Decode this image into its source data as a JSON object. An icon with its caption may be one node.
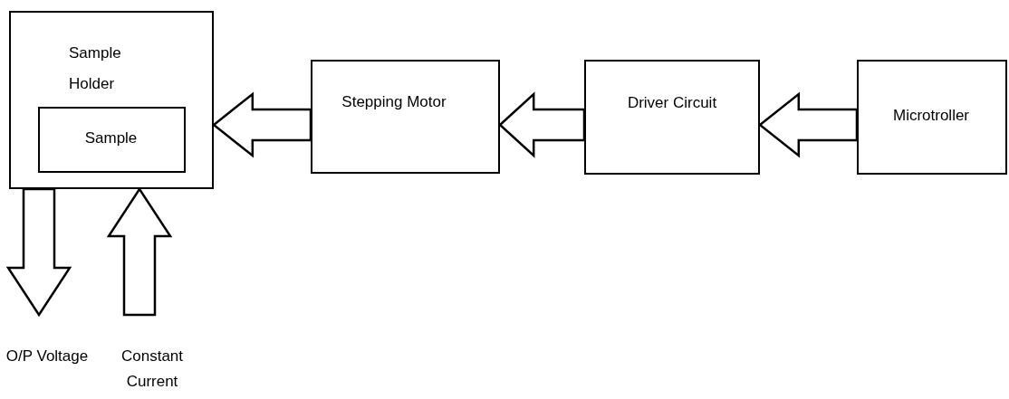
{
  "diagram": {
    "nodes": [
      {
        "text": [
          "Sample Holder"
        ]
      },
      {
        "text": [
          "Sample"
        ],
        "in": 0
      },
      {
        "text": [
          "Stepping Motor"
        ]
      },
      {
        "text": [
          "Driver Circuit"
        ]
      },
      {
        "text": [
          "Microtroller"
        ]
      },
      {
        "text": [
          "O/P Voltage"
        ]
      },
      {
        "text": [
          "Constant Current"
        ]
      }
    ],
    "edges": [
      {
        "from": 2,
        "to": 0,
        "arrow": "to"
      },
      {
        "from": 3,
        "to": 2,
        "arrow": "to"
      },
      {
        "from": 4,
        "to": 3,
        "arrow": "to"
      },
      {
        "from": 0,
        "to": 5,
        "arrow": "to"
      },
      {
        "from": 6,
        "to": 0,
        "arrow": "to"
      }
    ]
  }
}
